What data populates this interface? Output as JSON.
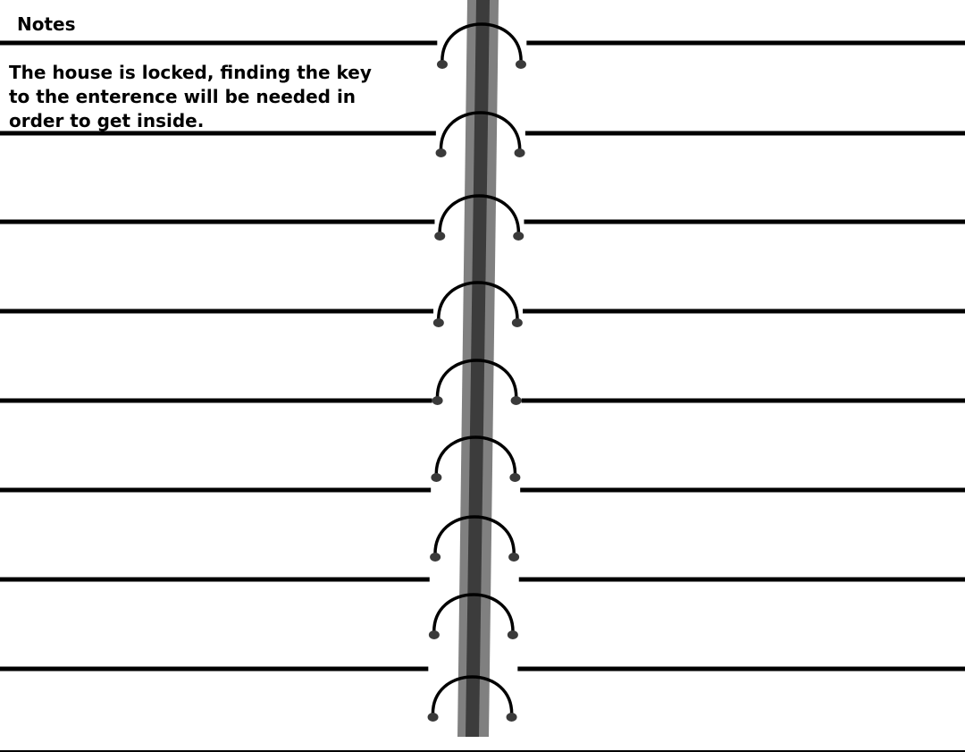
{
  "notebook": {
    "title": "Notes",
    "entry": "The house is locked, finding the key\nto the enterence will be needed in\norder to get inside.",
    "ruled_line_count": 8,
    "ring_count": 9,
    "colors": {
      "paper": "#ffffff",
      "ink": "#000000",
      "spine_outer": "#808080",
      "spine_inner": "#3c3c3c",
      "ring_end": "#3a3a3a"
    },
    "icons": [
      "spiral-binding-icon",
      "binding-ring-icon"
    ]
  }
}
